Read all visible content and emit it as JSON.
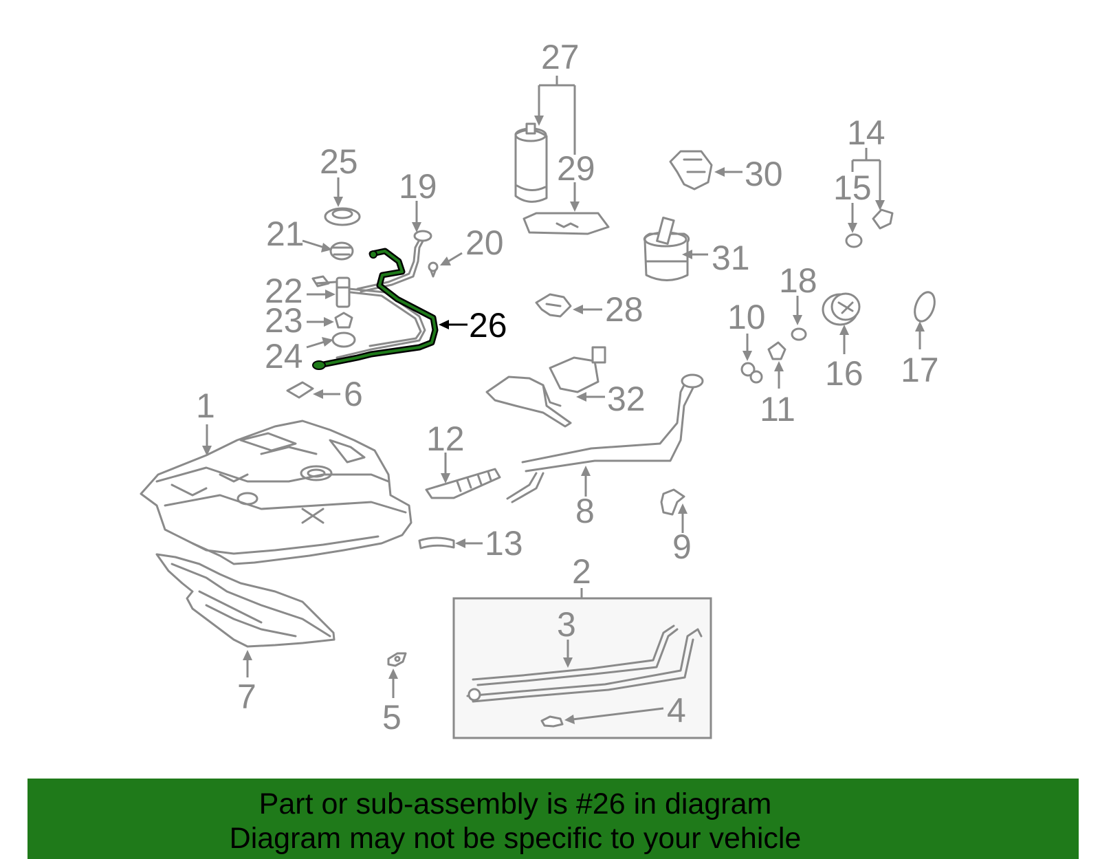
{
  "diagram": {
    "highlighted_part": "26",
    "highlight_color": "#1f7a1a",
    "part_color": "#8a8a8a",
    "callouts": {
      "p1": "1",
      "p2": "2",
      "p3": "3",
      "p4": "4",
      "p5": "5",
      "p6": "6",
      "p7": "7",
      "p8": "8",
      "p9": "9",
      "p10": "10",
      "p11": "11",
      "p12": "12",
      "p13": "13",
      "p14": "14",
      "p15": "15",
      "p16": "16",
      "p17": "17",
      "p18": "18",
      "p19": "19",
      "p20": "20",
      "p21": "21",
      "p22": "22",
      "p23": "23",
      "p24": "24",
      "p25": "25",
      "p26": "26",
      "p27": "27",
      "p28": "28",
      "p29": "29",
      "p30": "30",
      "p31": "31",
      "p32": "32"
    }
  },
  "banner": {
    "line1": "Part or sub-assembly is #26 in diagram",
    "line2": "Diagram may not be specific to your vehicle",
    "background": "#1f7a1a"
  }
}
